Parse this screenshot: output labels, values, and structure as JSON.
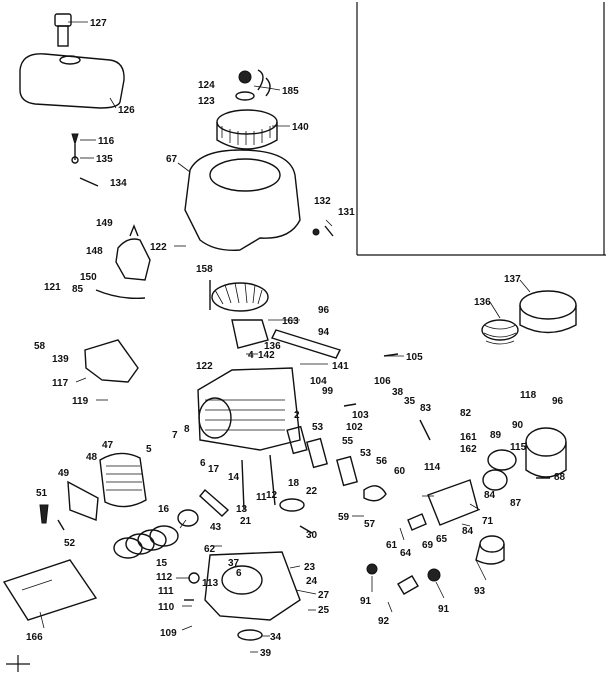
{
  "labels": [
    {
      "id": "127",
      "text": "127"
    },
    {
      "id": "126",
      "text": "126"
    },
    {
      "id": "116",
      "text": "116"
    },
    {
      "id": "135",
      "text": "135"
    },
    {
      "id": "134",
      "text": "134"
    },
    {
      "id": "124",
      "text": "124"
    },
    {
      "id": "123",
      "text": "123"
    },
    {
      "id": "185",
      "text": "185"
    },
    {
      "id": "140",
      "text": "140"
    },
    {
      "id": "67",
      "text": "67"
    },
    {
      "id": "132",
      "text": "132"
    },
    {
      "id": "131",
      "text": "131"
    },
    {
      "id": "149",
      "text": "149"
    },
    {
      "id": "148",
      "text": "148"
    },
    {
      "id": "122a",
      "text": "122"
    },
    {
      "id": "158",
      "text": "158"
    },
    {
      "id": "137",
      "text": "137"
    },
    {
      "id": "136a",
      "text": "136"
    },
    {
      "id": "121",
      "text": "121"
    },
    {
      "id": "85",
      "text": "85"
    },
    {
      "id": "150",
      "text": "150"
    },
    {
      "id": "96a",
      "text": "96"
    },
    {
      "id": "163",
      "text": "163"
    },
    {
      "id": "58",
      "text": "58"
    },
    {
      "id": "139",
      "text": "139"
    },
    {
      "id": "94",
      "text": "94"
    },
    {
      "id": "136b",
      "text": "136"
    },
    {
      "id": "142",
      "text": "142"
    },
    {
      "id": "105",
      "text": "105"
    },
    {
      "id": "122b",
      "text": "122"
    },
    {
      "id": "141",
      "text": "141"
    },
    {
      "id": "4",
      "text": "4"
    },
    {
      "id": "117",
      "text": "117"
    },
    {
      "id": "104",
      "text": "104"
    },
    {
      "id": "106",
      "text": "106"
    },
    {
      "id": "99",
      "text": "99"
    },
    {
      "id": "38",
      "text": "38"
    },
    {
      "id": "118",
      "text": "118"
    },
    {
      "id": "119",
      "text": "119"
    },
    {
      "id": "96b",
      "text": "96"
    },
    {
      "id": "35",
      "text": "35"
    },
    {
      "id": "103",
      "text": "103"
    },
    {
      "id": "83",
      "text": "83"
    },
    {
      "id": "102",
      "text": "102"
    },
    {
      "id": "82",
      "text": "82"
    },
    {
      "id": "2",
      "text": "2"
    },
    {
      "id": "90",
      "text": "90"
    },
    {
      "id": "53a",
      "text": "53"
    },
    {
      "id": "89",
      "text": "89"
    },
    {
      "id": "161",
      "text": "161"
    },
    {
      "id": "115",
      "text": "115"
    },
    {
      "id": "55",
      "text": "55"
    },
    {
      "id": "7",
      "text": "7"
    },
    {
      "id": "8",
      "text": "8"
    },
    {
      "id": "162",
      "text": "162"
    },
    {
      "id": "47",
      "text": "47"
    },
    {
      "id": "53b",
      "text": "53"
    },
    {
      "id": "114",
      "text": "114"
    },
    {
      "id": "48",
      "text": "48"
    },
    {
      "id": "5",
      "text": "5"
    },
    {
      "id": "56",
      "text": "56"
    },
    {
      "id": "88",
      "text": "88"
    },
    {
      "id": "60",
      "text": "60"
    },
    {
      "id": "6a",
      "text": "6"
    },
    {
      "id": "49",
      "text": "49"
    },
    {
      "id": "14",
      "text": "14"
    },
    {
      "id": "16",
      "text": "16"
    },
    {
      "id": "87",
      "text": "87"
    },
    {
      "id": "22",
      "text": "22"
    },
    {
      "id": "84a",
      "text": "84"
    },
    {
      "id": "51",
      "text": "51"
    },
    {
      "id": "17",
      "text": "17"
    },
    {
      "id": "11",
      "text": "11"
    },
    {
      "id": "12",
      "text": "12"
    },
    {
      "id": "13",
      "text": "13"
    },
    {
      "id": "21",
      "text": "21"
    },
    {
      "id": "59",
      "text": "59"
    },
    {
      "id": "57",
      "text": "57"
    },
    {
      "id": "71",
      "text": "71"
    },
    {
      "id": "18",
      "text": "18"
    },
    {
      "id": "84b",
      "text": "84"
    },
    {
      "id": "52",
      "text": "52"
    },
    {
      "id": "43",
      "text": "43"
    },
    {
      "id": "30",
      "text": "30"
    },
    {
      "id": "61",
      "text": "61"
    },
    {
      "id": "64",
      "text": "64"
    },
    {
      "id": "69",
      "text": "69"
    },
    {
      "id": "65",
      "text": "65"
    },
    {
      "id": "62",
      "text": "62"
    },
    {
      "id": "15",
      "text": "15"
    },
    {
      "id": "23",
      "text": "23"
    },
    {
      "id": "37",
      "text": "37"
    },
    {
      "id": "112",
      "text": "112"
    },
    {
      "id": "6b",
      "text": "6"
    },
    {
      "id": "24",
      "text": "24"
    },
    {
      "id": "113",
      "text": "113"
    },
    {
      "id": "93",
      "text": "93"
    },
    {
      "id": "111",
      "text": "111"
    },
    {
      "id": "27",
      "text": "27"
    },
    {
      "id": "91a",
      "text": "91"
    },
    {
      "id": "91b",
      "text": "91"
    },
    {
      "id": "110",
      "text": "110"
    },
    {
      "id": "25",
      "text": "25"
    },
    {
      "id": "92",
      "text": "92"
    },
    {
      "id": "166",
      "text": "166"
    },
    {
      "id": "109",
      "text": "109"
    },
    {
      "id": "34",
      "text": "34"
    },
    {
      "id": "39",
      "text": "39"
    }
  ]
}
